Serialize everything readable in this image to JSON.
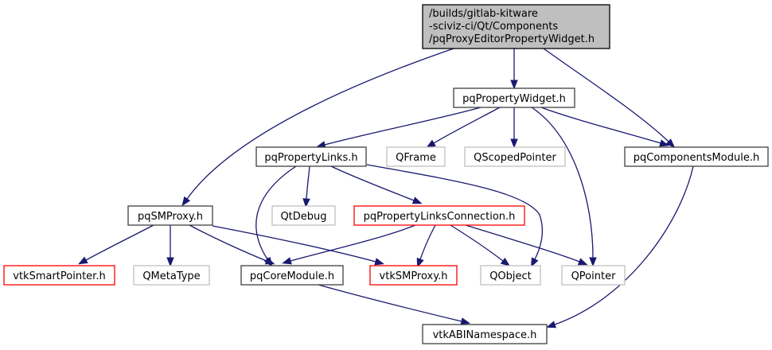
{
  "title": "Include dependency graph",
  "colors": {
    "edge": "#191970",
    "border_default": "#404040",
    "border_missing": "#bfbfbf",
    "border_truncated": "#ff0000",
    "fill_root": "#bfbfbf",
    "fill_default": "#ffffff"
  },
  "nodes": [
    {
      "id": "root",
      "kind": "root",
      "lines": [
        "/builds/gitlab-kitware",
        "-sciviz-ci/Qt/Components",
        "/pqProxyEditorPropertyWidget.h"
      ]
    },
    {
      "id": "pqPropertyWidget",
      "kind": "default",
      "lines": [
        "pqPropertyWidget.h"
      ]
    },
    {
      "id": "pqPropertyLinks",
      "kind": "default",
      "lines": [
        "pqPropertyLinks.h"
      ]
    },
    {
      "id": "QFrame",
      "kind": "missing",
      "lines": [
        "QFrame"
      ]
    },
    {
      "id": "QScopedPointer",
      "kind": "missing",
      "lines": [
        "QScopedPointer"
      ]
    },
    {
      "id": "pqComponentsModule",
      "kind": "default",
      "lines": [
        "pqComponentsModule.h"
      ]
    },
    {
      "id": "pqSMProxy",
      "kind": "default",
      "lines": [
        "pqSMProxy.h"
      ]
    },
    {
      "id": "QtDebug",
      "kind": "missing",
      "lines": [
        "QtDebug"
      ]
    },
    {
      "id": "pqPropertyLinksConnection",
      "kind": "truncated",
      "lines": [
        "pqPropertyLinksConnection.h"
      ]
    },
    {
      "id": "vtkSmartPointer",
      "kind": "truncated",
      "lines": [
        "vtkSmartPointer.h"
      ]
    },
    {
      "id": "QMetaType",
      "kind": "missing",
      "lines": [
        "QMetaType"
      ]
    },
    {
      "id": "pqCoreModule",
      "kind": "default",
      "lines": [
        "pqCoreModule.h"
      ]
    },
    {
      "id": "vtkSMProxy",
      "kind": "truncated",
      "lines": [
        "vtkSMProxy.h"
      ]
    },
    {
      "id": "QObject",
      "kind": "missing",
      "lines": [
        "QObject"
      ]
    },
    {
      "id": "QPointer",
      "kind": "missing",
      "lines": [
        "QPointer"
      ]
    },
    {
      "id": "vtkABINamespace",
      "kind": "default",
      "lines": [
        "vtkABINamespace.h"
      ]
    }
  ],
  "edges": [
    {
      "from": "root",
      "to": "pqPropertyWidget"
    },
    {
      "from": "root",
      "to": "pqSMProxy"
    },
    {
      "from": "root",
      "to": "pqComponentsModule"
    },
    {
      "from": "pqPropertyWidget",
      "to": "pqPropertyLinks"
    },
    {
      "from": "pqPropertyWidget",
      "to": "QFrame"
    },
    {
      "from": "pqPropertyWidget",
      "to": "QScopedPointer"
    },
    {
      "from": "pqPropertyWidget",
      "to": "pqComponentsModule"
    },
    {
      "from": "pqPropertyWidget",
      "to": "QPointer"
    },
    {
      "from": "pqPropertyLinks",
      "to": "pqCoreModule"
    },
    {
      "from": "pqPropertyLinks",
      "to": "QtDebug"
    },
    {
      "from": "pqPropertyLinks",
      "to": "pqPropertyLinksConnection"
    },
    {
      "from": "pqPropertyLinks",
      "to": "QObject"
    },
    {
      "from": "pqComponentsModule",
      "to": "vtkABINamespace"
    },
    {
      "from": "pqSMProxy",
      "to": "vtkSmartPointer"
    },
    {
      "from": "pqSMProxy",
      "to": "QMetaType"
    },
    {
      "from": "pqSMProxy",
      "to": "pqCoreModule"
    },
    {
      "from": "pqSMProxy",
      "to": "vtkSMProxy"
    },
    {
      "from": "pqPropertyLinksConnection",
      "to": "pqCoreModule"
    },
    {
      "from": "pqPropertyLinksConnection",
      "to": "vtkSMProxy"
    },
    {
      "from": "pqPropertyLinksConnection",
      "to": "QObject"
    },
    {
      "from": "pqPropertyLinksConnection",
      "to": "QPointer"
    },
    {
      "from": "pqCoreModule",
      "to": "vtkABINamespace"
    }
  ]
}
